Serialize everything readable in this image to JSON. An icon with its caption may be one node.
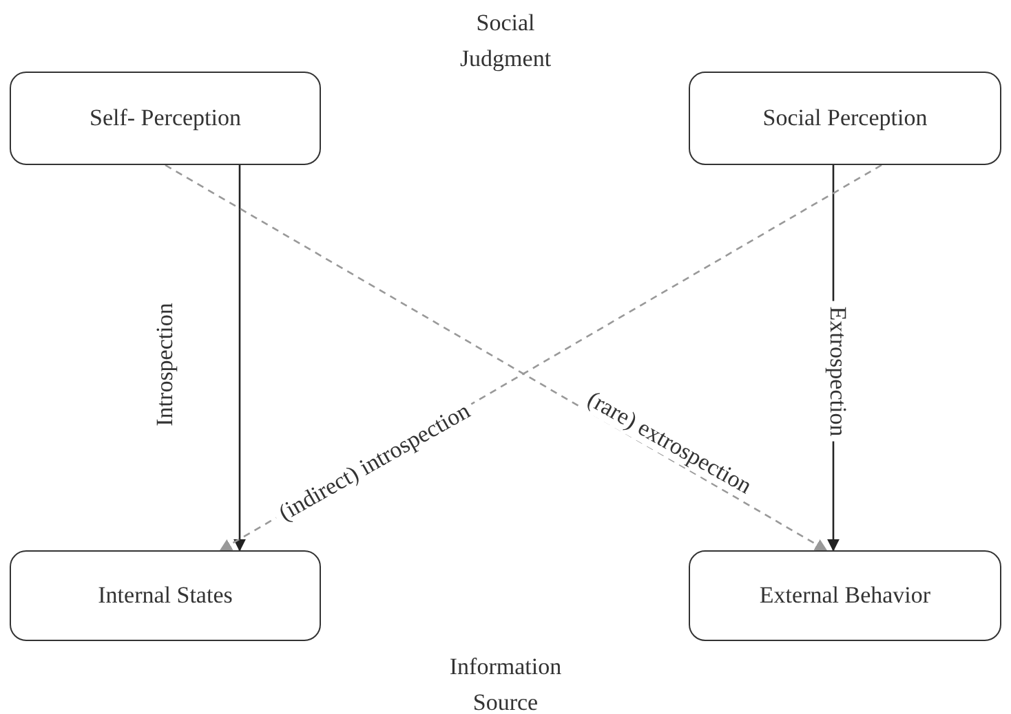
{
  "diagram": {
    "nodes": [
      {
        "text": [
          "Self- Perception"
        ]
      },
      {
        "text": [
          "Social Perception"
        ]
      },
      {
        "text": [
          "Internal States"
        ]
      },
      {
        "text": [
          "External Behavior"
        ]
      }
    ],
    "edges": [
      {
        "from": 0,
        "to": 2,
        "arrow": "to",
        "label": "Introspection"
      },
      {
        "from": 1,
        "to": 3,
        "arrow": "to",
        "label": "Extrospection"
      },
      {
        "from": 1,
        "to": 2,
        "arrow": "to",
        "label": "(indirect) introspection",
        "style": "dashed",
        "color": "#999999"
      },
      {
        "from": 0,
        "to": 3,
        "arrow": "to",
        "label": "(rare) extrospection",
        "style": "dashed",
        "color": "#999999"
      }
    ],
    "labels": [
      "Social Judgment",
      "Information Source"
    ]
  }
}
